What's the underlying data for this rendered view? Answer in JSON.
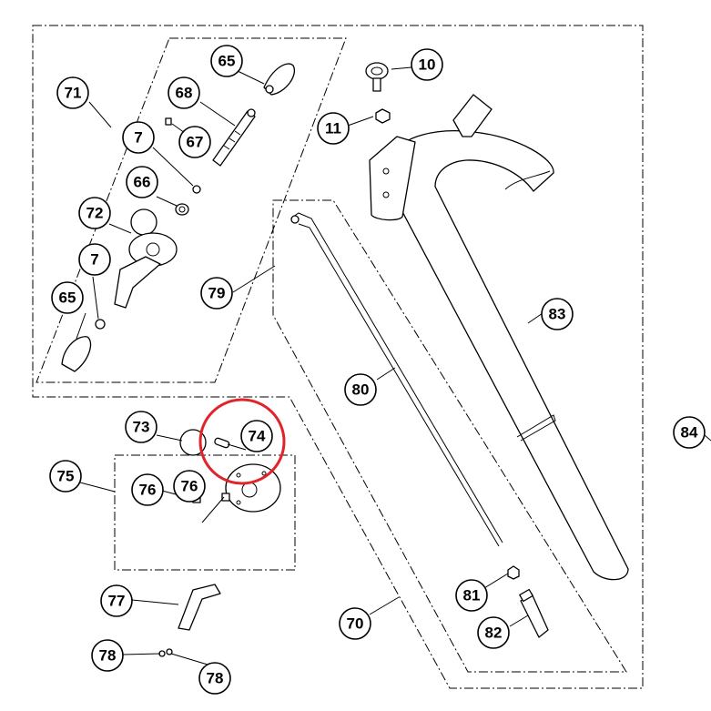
{
  "callouts": {
    "c10": "10",
    "c11": "11",
    "c65a": "65",
    "c65b": "65",
    "c66": "66",
    "c67": "67",
    "c68": "68",
    "c7a": "7",
    "c7b": "7",
    "c70": "70",
    "c71": "71",
    "c72": "72",
    "c73": "73",
    "c74": "74",
    "c75": "75",
    "c76a": "76",
    "c76b": "76",
    "c77": "77",
    "c78a": "78",
    "c78b": "78",
    "c79": "79",
    "c80": "80",
    "c81": "81",
    "c82": "82",
    "c83": "83",
    "c84": "84"
  },
  "highlight": {
    "part": "74",
    "color": "#e0242a"
  },
  "line_color": "#000000"
}
